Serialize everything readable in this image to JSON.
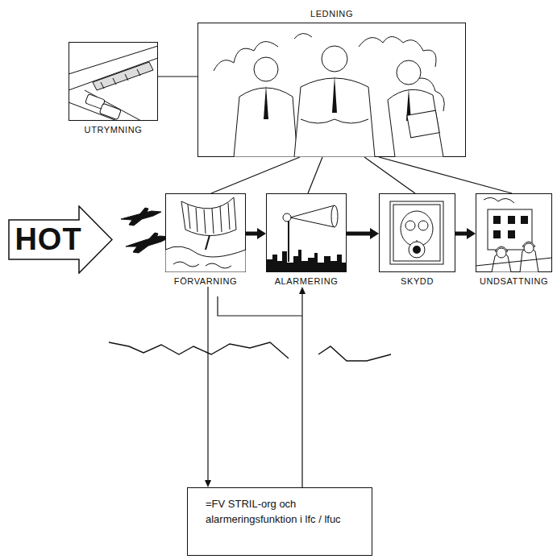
{
  "diagram": {
    "nodes": [
      {
        "text": [
          "LEDNING"
        ]
      },
      {
        "text": [
          "UTRYMNING"
        ]
      },
      {
        "text": [
          "HOT"
        ]
      },
      {
        "text": [
          "FÖRVARNING"
        ]
      },
      {
        "text": [
          "ALARMERING"
        ]
      },
      {
        "text": [
          "SKYDD"
        ]
      },
      {
        "text": [
          "UNDSATTNING"
        ]
      },
      {
        "text": [
          "=FV STRIL-org och alarmeringsfunktion i lfc / lfuc"
        ]
      }
    ],
    "edges": [
      {
        "from": 1,
        "to": 0,
        "arrow": "none"
      },
      {
        "from": 0,
        "to": 3,
        "arrow": "none"
      },
      {
        "from": 0,
        "to": 4,
        "arrow": "none"
      },
      {
        "from": 0,
        "to": 5,
        "arrow": "none"
      },
      {
        "from": 0,
        "to": 6,
        "arrow": "none"
      },
      {
        "from": 3,
        "to": 4,
        "arrow": "to"
      },
      {
        "from": 4,
        "to": 5,
        "arrow": "to"
      },
      {
        "from": 5,
        "to": 6,
        "arrow": "to"
      },
      {
        "from": 3,
        "to": 7,
        "arrow": "to"
      },
      {
        "from": 7,
        "to": 4,
        "arrow": "to"
      }
    ]
  }
}
